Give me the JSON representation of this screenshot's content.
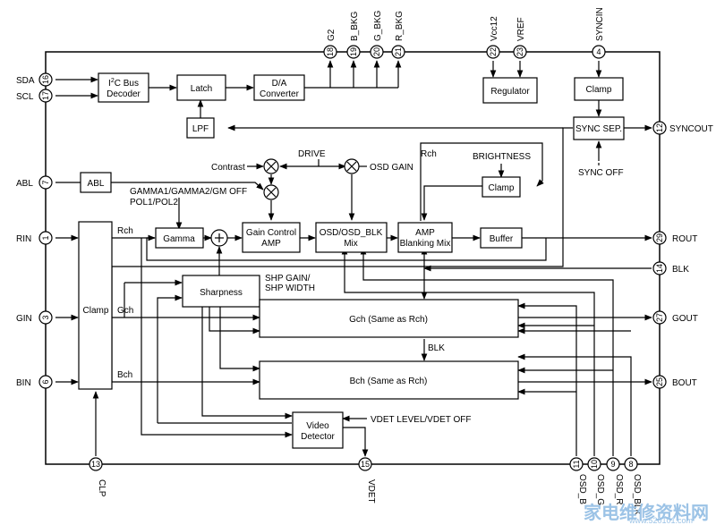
{
  "pins": {
    "sda": {
      "label": "SDA",
      "num": "16"
    },
    "scl": {
      "label": "SCL",
      "num": "17"
    },
    "abl": {
      "label": "ABL",
      "num": "7"
    },
    "rin": {
      "label": "RIN",
      "num": "1"
    },
    "gin": {
      "label": "GIN",
      "num": "3"
    },
    "bin": {
      "label": "BIN",
      "num": "6"
    },
    "clp": {
      "label": "CLP",
      "num": "13"
    },
    "vdet": {
      "label": "VDET",
      "num": "15"
    },
    "g2": {
      "label": "G2",
      "num": "18"
    },
    "b_bkg": {
      "label": "B_BKG",
      "num": "19"
    },
    "g_bkg": {
      "label": "G_BKG",
      "num": "20"
    },
    "r_bkg": {
      "label": "R_BKG",
      "num": "21"
    },
    "vcc12": {
      "label": "Vcc12",
      "num": "22"
    },
    "vref": {
      "label": "VREF",
      "num": "23"
    },
    "syncin": {
      "label": "SYNCIN",
      "num": "4"
    },
    "syncout": {
      "label": "SYNCOUT",
      "num": "12"
    },
    "rout": {
      "label": "ROUT",
      "num": "29"
    },
    "blk": {
      "label": "BLK",
      "num": "14"
    },
    "gout": {
      "label": "GOUT",
      "num": "27"
    },
    "bout": {
      "label": "BOUT",
      "num": "25"
    },
    "osd_b": {
      "label": "OSD_B",
      "num": "11"
    },
    "osd_g": {
      "label": "OSD_G",
      "num": "10"
    },
    "osd_r": {
      "label": "OSD_R",
      "num": "9"
    },
    "osd_blk": {
      "label": "OSD_BLK",
      "num": "8"
    }
  },
  "blocks": {
    "i2c_line1": "I",
    "i2c_sup": "2",
    "i2c_line1b": "C Bus",
    "i2c_line2": "Decoder",
    "latch": "Latch",
    "da_line1": "D/A",
    "da_line2": "Converter",
    "regulator": "Regulator",
    "clamp_sync": "Clamp",
    "sync_sep": "SYNC SEP.",
    "lpf": "LPF",
    "abl": "ABL",
    "gamma": "Gamma",
    "gain_line1": "Gain Control",
    "gain_line2": "AMP",
    "osd_line1": "OSD/OSD_BLK",
    "osd_line2": "Mix",
    "amp_line1": "AMP",
    "amp_line2": "Blanking Mix",
    "buffer": "Buffer",
    "clamp_bright": "Clamp",
    "clamp_main": "Clamp",
    "sharpness": "Sharpness",
    "gch": "Gch (Same as Rch)",
    "bch": "Bch (Same as Rch)",
    "vdet_line1": "Video",
    "vdet_line2": "Detector"
  },
  "labels": {
    "drive": "DRIVE",
    "contrast": "Contrast",
    "osd_gain": "OSD GAIN",
    "rch_top": "Rch",
    "brightness": "BRIGHTNESS",
    "gamma_sel1": "GAMMA1/GAMMA2/GM OFF",
    "gamma_sel2": "POL1/POL2",
    "rch": "Rch",
    "gch": "Gch",
    "bch": "Bch",
    "shp1": "SHP GAIN/",
    "shp2": "SHP WIDTH",
    "blk_mid": "BLK",
    "vdet_level": "VDET LEVEL/VDET OFF",
    "sync_off": "SYNC OFF"
  },
  "watermark": {
    "main": "家电维修资料网",
    "url": "www.520101.com"
  }
}
